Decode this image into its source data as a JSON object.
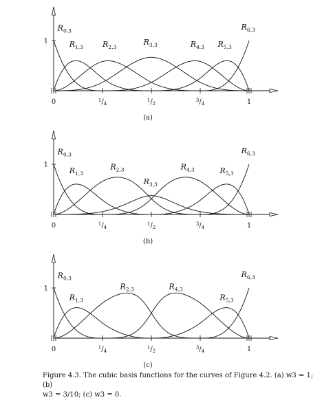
{
  "chart_data": [
    {
      "type": "line",
      "panel_label": "(a)",
      "xlim": [
        0,
        1
      ],
      "ylim": [
        0,
        1
      ],
      "x_ticks": [
        {
          "value": 0,
          "label": "0",
          "text": "0"
        },
        {
          "value": 0.25,
          "label": "1/4",
          "num": "1",
          "den": "4"
        },
        {
          "value": 0.5,
          "label": "1/2",
          "num": "1",
          "den": "2"
        },
        {
          "value": 0.75,
          "label": "3/4",
          "num": "3",
          "den": "4"
        },
        {
          "value": 1,
          "label": "1",
          "text": "1"
        }
      ],
      "y_ticks": [
        {
          "value": 1,
          "label": "1"
        }
      ],
      "weights": [
        1,
        1,
        1,
        1,
        1,
        1,
        1
      ],
      "curve_labels": [
        "R0,3",
        "R1,3",
        "R2,3",
        "R3,3",
        "R4,3",
        "R5,3",
        "R6,3"
      ]
    },
    {
      "type": "line",
      "panel_label": "(b)",
      "xlim": [
        0,
        1
      ],
      "ylim": [
        0,
        1
      ],
      "x_ticks": [
        {
          "value": 0,
          "label": "0",
          "text": "0"
        },
        {
          "value": 0.25,
          "label": "1/4",
          "num": "1",
          "den": "4"
        },
        {
          "value": 0.5,
          "label": "1/2",
          "num": "1",
          "den": "2"
        },
        {
          "value": 0.75,
          "label": "3/4",
          "num": "3",
          "den": "4"
        },
        {
          "value": 1,
          "label": "1",
          "text": "1"
        }
      ],
      "y_ticks": [
        {
          "value": 1,
          "label": "1"
        }
      ],
      "weights": [
        1,
        1,
        1,
        0.3,
        1,
        1,
        1
      ],
      "curve_labels": [
        "R0,3",
        "R1,3",
        "R2,3",
        "R3,3",
        "R4,3",
        "R5,3",
        "R6,3"
      ]
    },
    {
      "type": "line",
      "panel_label": "(c)",
      "xlim": [
        0,
        1
      ],
      "ylim": [
        0,
        1
      ],
      "x_ticks": [
        {
          "value": 0,
          "label": "0",
          "text": "0"
        },
        {
          "value": 0.25,
          "label": "1/4",
          "num": "1",
          "den": "4"
        },
        {
          "value": 0.5,
          "label": "1/2",
          "num": "1",
          "den": "2"
        },
        {
          "value": 0.75,
          "label": "3/4",
          "num": "3",
          "den": "4"
        },
        {
          "value": 1,
          "label": "1",
          "text": "1"
        }
      ],
      "y_ticks": [
        {
          "value": 1,
          "label": "1"
        }
      ],
      "weights": [
        1,
        1,
        1,
        0,
        1,
        1,
        1
      ],
      "curve_labels": [
        "R0,3",
        "R1,3",
        "R2,3",
        "R4,3",
        "R5,3",
        "R6,3"
      ]
    }
  ],
  "caption": {
    "line1": "Figure 4.3. The cubic basis functions for the curves of Figure 4.2. (a) w3 = 1; (b)",
    "line2": "w3 = 3/10; (c) w3 = 0."
  }
}
